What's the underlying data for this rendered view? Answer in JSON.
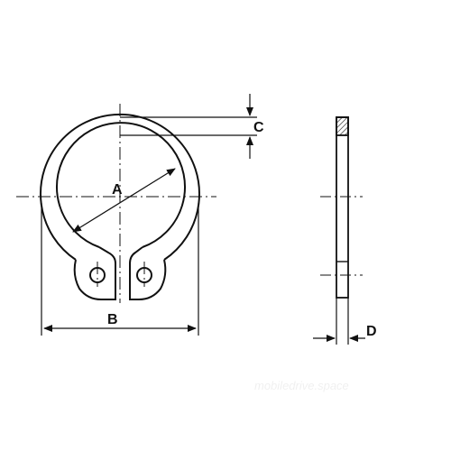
{
  "labels": {
    "a": "A",
    "b": "B",
    "c": "C",
    "d": "D"
  },
  "watermark": "mobiledrive.space",
  "colors": {
    "line": "#111111",
    "hatch": "#111111",
    "background": "#ffffff"
  }
}
